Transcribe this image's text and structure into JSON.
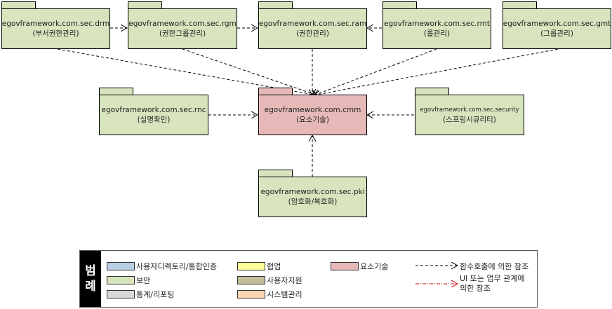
{
  "colors": {
    "security": "#d7e4bd",
    "element": "#e6b9b8",
    "directory": "#b9cde5",
    "collab": "#ffff99",
    "support": "#c4bd97",
    "stats": "#d9d9d9",
    "system": "#fcd5b5"
  },
  "packages": {
    "drm": {
      "name": "egovframework.com.sec.drm",
      "desc": "(부서권한관리)"
    },
    "rgm": {
      "name": "egovframework.com.sec.rgm",
      "desc": "(권한그룹관리)"
    },
    "ram": {
      "name": "egovframework.com.sec.ram",
      "desc": "(권한관리)"
    },
    "rmt": {
      "name": "egovframework.com.sec.rmt",
      "desc": "(롤관리)"
    },
    "gmt": {
      "name": "egovframework.com.sec.gmt",
      "desc": "(그룹관리)"
    },
    "rnc": {
      "name": "egovframework.com.sec.rnc",
      "desc": "(실명확인)"
    },
    "cmm": {
      "name": "egovframework.com.cmm",
      "desc": "(요소기술)"
    },
    "security": {
      "name": "egovframework.com.sec.security",
      "desc": "(스프링시큐리티)"
    },
    "pki": {
      "name": "egovframework.com.sec.pki",
      "desc": "(암호화/복호화)"
    }
  },
  "legend": {
    "title1": "범",
    "title2": "례",
    "items": [
      "사용자디렉토리/통합인증",
      "보안",
      "통계/리포팅",
      "협업",
      "사용자지원",
      "시스템관리",
      "요소기술"
    ],
    "line1": "함수호출에 의한 참조",
    "line2a": "UI 또는 업무 관계에",
    "line2b": "의한 참조"
  }
}
